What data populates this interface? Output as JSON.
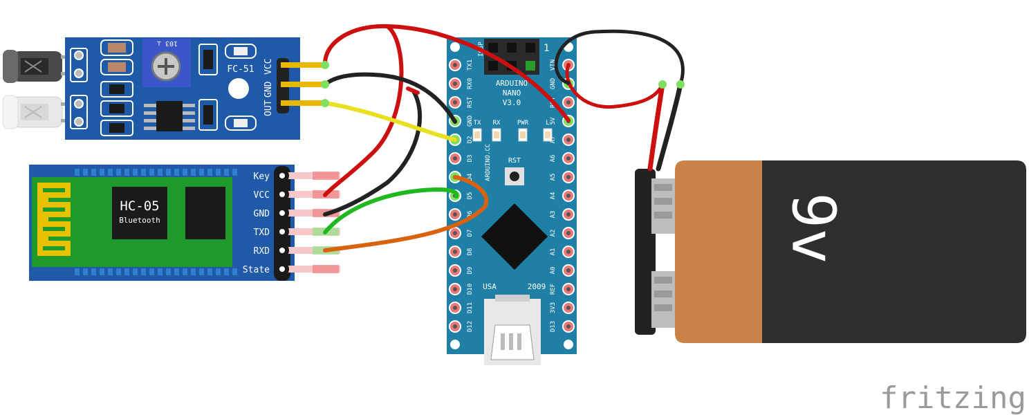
{
  "sensor": {
    "model": "FC-51",
    "pin_vcc": "VCC",
    "pin_gnd": "GND",
    "pin_out": "OUT",
    "pot_marking": "103 ⊥"
  },
  "bluetooth": {
    "model": "HC-05",
    "subtitle": "Bluetooth",
    "pins": [
      "Key",
      "VCC",
      "GND",
      "TXD",
      "RXD",
      "State"
    ]
  },
  "arduino": {
    "brand": "ARDUINO",
    "model": "NANO",
    "version": "V3.0",
    "site": "ARDUINO.CC",
    "origin": "USA",
    "year": "2009",
    "rst_button": "RST",
    "icsp": "ICSP",
    "header_num": "1",
    "leds": [
      "TX",
      "RX",
      "PWR",
      "L"
    ],
    "left_pins": [
      "TX1",
      "RX0",
      "RST",
      "GND",
      "D2",
      "D3",
      "D4",
      "D5",
      "D6",
      "D7",
      "D8",
      "D9",
      "D10",
      "D11",
      "D12"
    ],
    "right_pins": [
      "VIN",
      "GND",
      "RST",
      "5V",
      "A7",
      "A6",
      "A5",
      "A4",
      "A3",
      "A2",
      "A1",
      "A0",
      "REF",
      "3V3",
      "D13"
    ]
  },
  "battery": {
    "label": "9v"
  },
  "watermark": "fritzing",
  "colors": {
    "board_blue": "#1e5aa8",
    "arduino_teal": "#1f7fa6",
    "wire_red": "#cc0f0f",
    "wire_black": "#222222",
    "wire_yellow": "#e8e020",
    "wire_green": "#1fb81f",
    "wire_orange": "#d9620f",
    "battery_copper": "#c98348"
  }
}
